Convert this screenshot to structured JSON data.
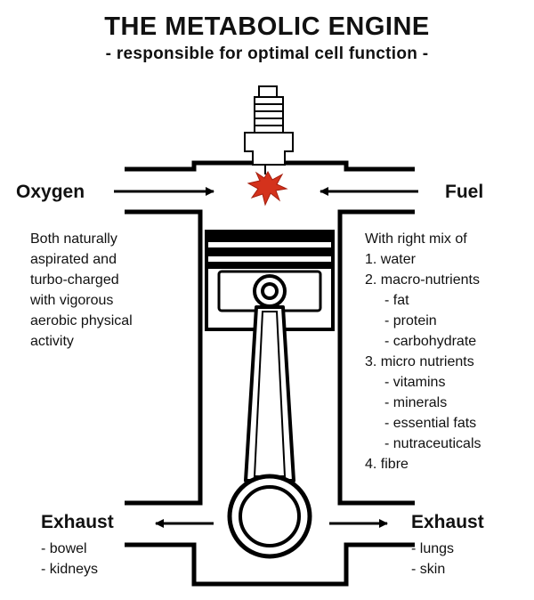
{
  "title": "THE METABOLIC ENGINE",
  "subtitle": "- responsible for optimal cell function -",
  "inputs": {
    "oxygen": {
      "label": "Oxygen",
      "description": [
        "Both naturally",
        "aspirated and",
        "turbo-charged",
        "with vigorous",
        "aerobic physical",
        "activity"
      ]
    },
    "fuel": {
      "label": "Fuel",
      "intro": "With right mix of",
      "items": [
        {
          "text": "1. water",
          "sub": []
        },
        {
          "text": "2. macro-nutrients",
          "sub": [
            "- fat",
            "- protein",
            "- carbohydrate"
          ]
        },
        {
          "text": "3. micro nutrients",
          "sub": [
            "- vitamins",
            "- minerals",
            "- essential fats",
            "- nutraceuticals"
          ]
        },
        {
          "text": "4. fibre",
          "sub": []
        }
      ]
    }
  },
  "outputs": {
    "left": {
      "label": "Exhaust",
      "items": [
        "- bowel",
        "- kidneys"
      ]
    },
    "right": {
      "label": "Exhaust",
      "items": [
        "- lungs",
        "- skin"
      ]
    }
  },
  "icons": [
    "spark-plug-icon",
    "spark-icon",
    "piston-icon",
    "arrow-icon"
  ]
}
